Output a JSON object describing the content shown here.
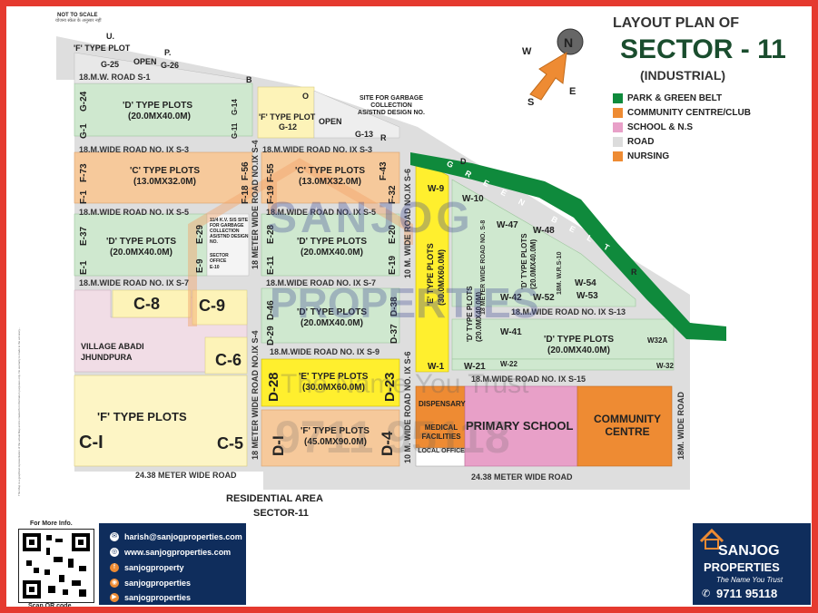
{
  "scale_note": "NOT TO SCALE",
  "scale_note_sub": "योजना स्केल के अनुसार नहीं",
  "title": {
    "line1": "LAYOUT PLAN OF",
    "line2": "SECTOR - 11",
    "line3": "(INDUSTRIAL)"
  },
  "compass": {
    "n": "N",
    "s": "S",
    "e": "E",
    "w": "W"
  },
  "legend": [
    {
      "label": "PARK & GREEN BELT",
      "color": "#0f8a3c"
    },
    {
      "label": "COMMUNITY CENTRE/CLUB",
      "color": "#ee8b33"
    },
    {
      "label": "SCHOOL & N.S",
      "color": "#e8a0c8"
    },
    {
      "label": "ROAD",
      "color": "#dcdcdc"
    },
    {
      "label": "NURSING",
      "color": "#ee8b33"
    }
  ],
  "top_labels": {
    "u": "U.",
    "f_type_plot": "'F' TYPE PLOT",
    "p": "P.",
    "g25": "G-25",
    "open": "OPEN",
    "g26": "G-26",
    "b": "B",
    "o": "O",
    "f_type_plot2": "'F' TYPE PLOT",
    "g12": "G-12",
    "open2": "OPEN",
    "g13": "G-13",
    "r": "R",
    "garbage": "SITE FOR GARBAGE COLLECTION AS/STND DESIGN NO.",
    "d": "D"
  },
  "roads": {
    "s1": "18.M.W. ROAD S-1",
    "s3a": "18.M.WIDE ROAD NO. IX S-3",
    "s3b": "18.M.WIDE ROAD NO. IX S-3",
    "s5a": "18.M.WIDE ROAD NO. IX S-5",
    "s5b": "18.M.WIDE ROAD NO. IX S-5",
    "s7a": "18.M.WIDE ROAD NO. IX S-7",
    "s7b": "18.M.WIDE ROAD NO. IX S-7",
    "s9": "18.M.WIDE ROAD NO. IX S-9",
    "s13": "18.M.WIDE ROAD NO. IX S-13",
    "s15": "18.M.WIDE ROAD NO. IX S-15",
    "v_s4a": "18 METER WIDE ROAD NO.IX S-4",
    "v_s4b": "18 METER WIDE ROAD NO.IX S-4",
    "v_s6": "10 M. WIDE ROAD NO.IX S-6",
    "v_s6b": "10 M. WIDE ROAD NO. IX S-6",
    "v_s8": "18 METER WIDE ROAD NO. S-8",
    "v_s10": "18M. W.R.S-10",
    "v_right": "18M. WIDE ROAD",
    "bottom_left": "24.38 METER WIDE ROAD",
    "bottom_right": "24.38 METER WIDE ROAD"
  },
  "blocks": {
    "d_left": {
      "name": "'D' TYPE PLOTS",
      "size": "(20.0MX40.0M)",
      "g24": "G-24",
      "g1": "G-1",
      "g14": "G-14",
      "g11": "G-11"
    },
    "c_left": {
      "name": "'C' TYPE PLOTS",
      "size": "(13.0MX32.0M)",
      "f73": "F-73",
      "f1": "F-1",
      "f56": "F-56",
      "f18": "F-18"
    },
    "c_mid": {
      "name": "'C' TYPE PLOTS",
      "size": "(13.0MX32.0M)",
      "f55": "F-55",
      "f19": "F-19",
      "f43": "F-43",
      "f32": "F-32"
    },
    "d_left2": {
      "name": "'D' TYPE PLOTS",
      "size": "(20.0MX40.0M)",
      "e37": "E-37",
      "e1": "E-1",
      "e29": "E-29",
      "e9": "E-9"
    },
    "kv_site": "11/4 K.V. S/S SITE FOR GARBAGE COLLECTION AS/STND DESIGN NO.",
    "sector_office": "SECTOR OFFICE",
    "e10": "E-10",
    "d_mid": {
      "name": "'D' TYPE PLOTS",
      "size": "(20.0MX40.0M)",
      "e28": "E-28",
      "e11": "E-11",
      "e20": "E-20",
      "e19": "E-19"
    },
    "d_mid2": {
      "name": "'D' TYPE PLOTS",
      "size": "(20.0MX40.0M)",
      "d46": "D-46",
      "d29": "D-29",
      "d38": "D-38",
      "d37": "D-37"
    },
    "e_mid": {
      "name": "'E' TYPE PLOTS",
      "size": "(30.0MX60.0M)",
      "d28": "D-28",
      "d23": "D-23"
    },
    "f_mid": {
      "name": "'F' TYPE PLOTS",
      "size": "(45.0MX90.0M)",
      "d1": "D-I",
      "d4": "D-4"
    },
    "village": {
      "line1": "VILLAGE ABADI",
      "line2": "JHUNDPURA"
    },
    "c8": "C-8",
    "c9": "C-9",
    "c6": "C-6",
    "f_left": {
      "name": "'F' TYPE PLOTS",
      "c1": "C-I",
      "c5": "C-5"
    },
    "e_right": {
      "name": "'E' TYPE PLOTS",
      "size": "(30.0MX60.0M)",
      "w9": "W-9",
      "w1": "W-1"
    },
    "d_right": {
      "name": "'D' TYPE PLOTS",
      "size": "(20.0MX40.0M)"
    },
    "d_right2": {
      "name": "'D' TYPE PLOTS",
      "size": "(20.0MX40.0M)"
    },
    "d_right3": {
      "name": "'D' TYPE PLOTS",
      "size": "(20.0MX40.0M)"
    },
    "w10": "W-10",
    "w47": "W-47",
    "w48": "W-48",
    "w42": "W-42",
    "w52": "W-52",
    "w54": "W-54",
    "w53": "W-53",
    "w41": "W-41",
    "w21": "W-21",
    "w22": "W-22",
    "w32a": "W32A",
    "w32": "W-32",
    "dispensary": "DISPENSARY",
    "medical": "MEDICAL FACILITIES",
    "local_office": "LOCAL OFFICE",
    "school": "PRIMARY SCHOOL",
    "community": "COMMUNITY CENTRE",
    "green_belt": "GREEN BELT",
    "green_r": "R"
  },
  "residential": {
    "line1": "RESIDENTIAL AREA",
    "line2": "SECTOR-11"
  },
  "watermark": {
    "brand": "SANJOG",
    "brand2": "PROPERTIES",
    "tagline": "The Name You Trust",
    "phone": "9711 95118"
  },
  "footer": {
    "more_info": "For More Info.",
    "scan": "Scan QR code",
    "email": "harish@sanjogproperties.com",
    "web": "www.sanjogproperties.com",
    "facebook": "sanjogproperty",
    "instagram": "sanjogproperties",
    "youtube": "sanjogproperties",
    "logo_line1": "SANJOG",
    "logo_line2": "PROPERTIES",
    "logo_tag": "The Name You Trust",
    "logo_phone": "9711 95118"
  },
  "disclaimer": "This Map is a graphical representation of the actual Map and is created for information purposes only. No warranty is made to the accuracy..."
}
